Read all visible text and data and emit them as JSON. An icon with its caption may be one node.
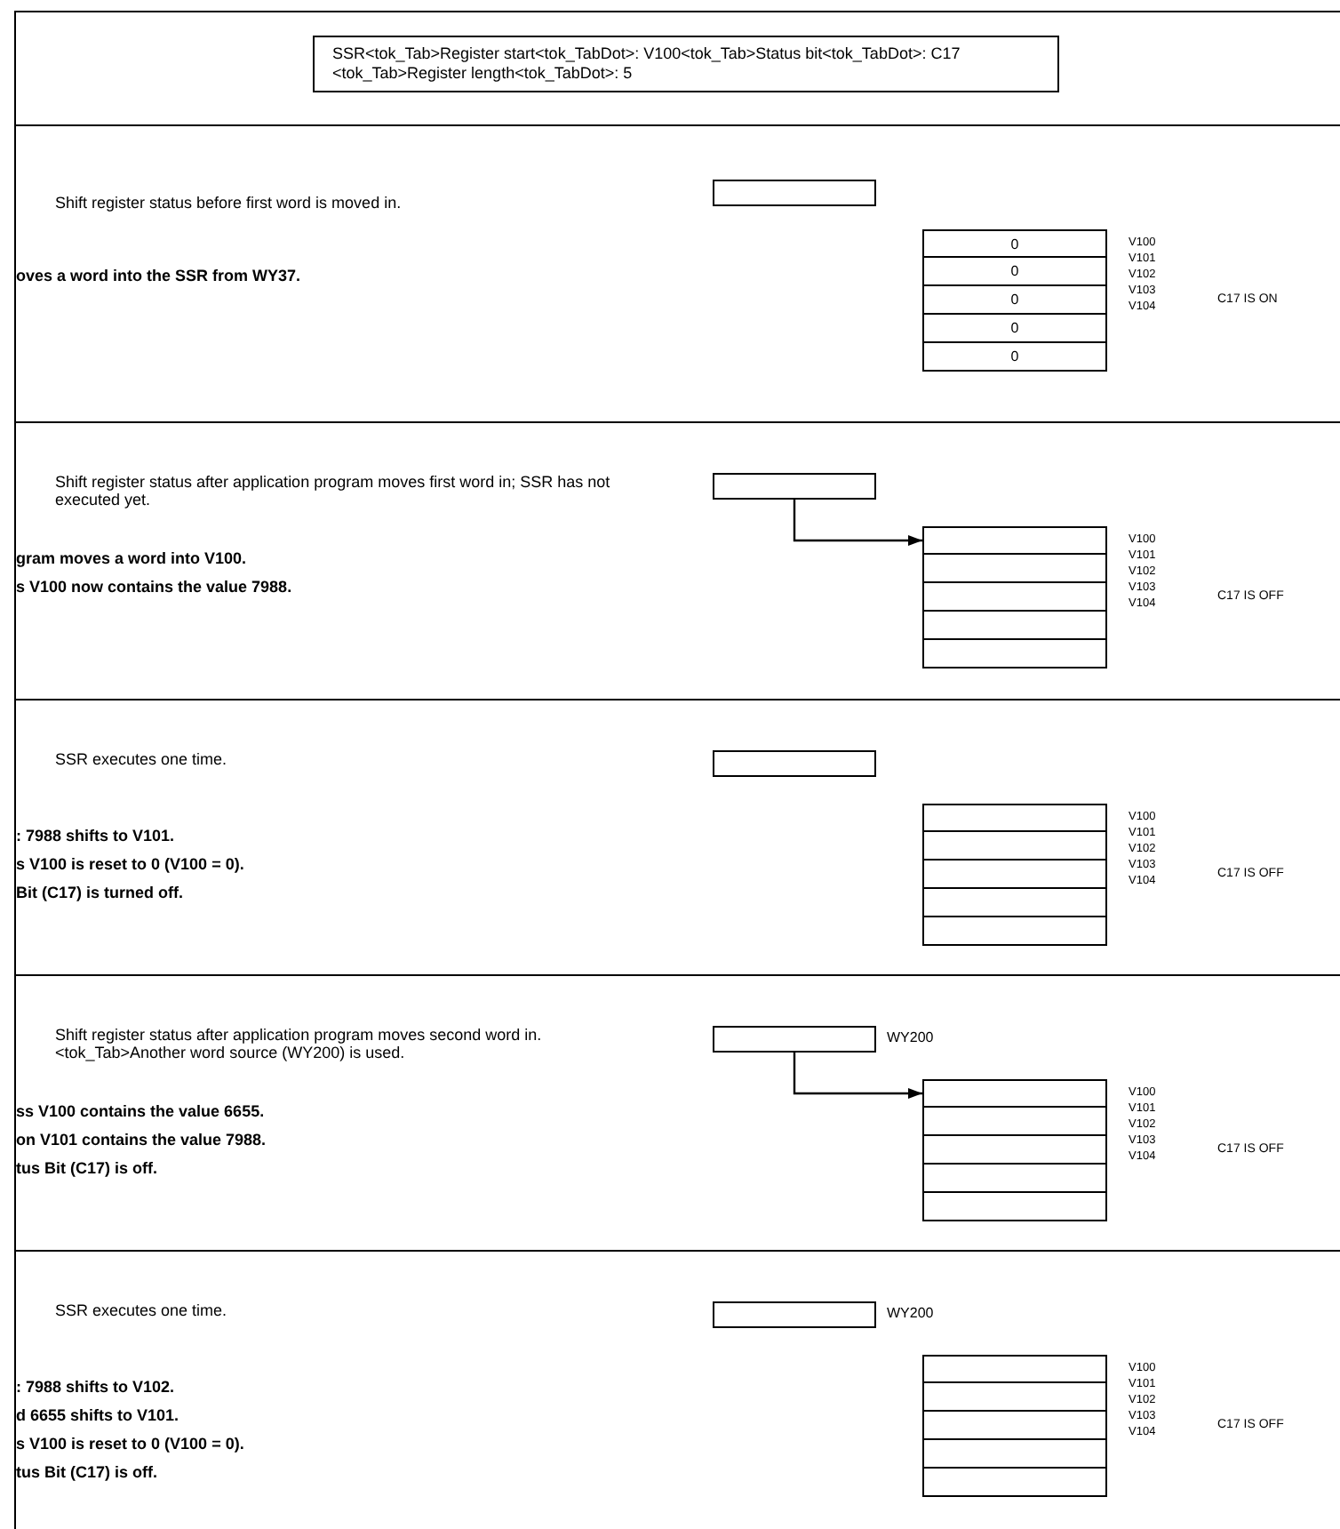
{
  "diagram": {
    "nodes": [
      {
        "text": [
          "SSR<tok_Tab>Register start<tok_TabDot>: V100<tok_Tab>Status bit<tok_TabDot>: C17 <tok_Tab>Register length<tok_TabDot>: 5"
        ]
      },
      {
        "text": [
          "Shift register status before first word is moved in.",
          "oves a word into the SSR from WY37."
        ]
      },
      {
        "text": [],
        "shape": "box",
        "in": 1
      },
      {
        "text": [],
        "shape": "box",
        "in": 1,
        "beside": [
          "V100",
          "V101",
          "V102",
          "V103",
          "V104"
        ]
      },
      {
        "text": [
          "0"
        ],
        "in": 3
      },
      {
        "text": [
          "0"
        ],
        "in": 3
      },
      {
        "text": [
          "0"
        ],
        "in": 3
      },
      {
        "text": [
          "0"
        ],
        "in": 3
      },
      {
        "text": [
          "0"
        ],
        "in": 3
      },
      {
        "text": [
          "Shift register status after application program moves first word in; SSR has not executed yet.",
          "gram moves a word into V100.",
          "s V100 now contains the value 7988."
        ]
      },
      {
        "text": [],
        "shape": "box",
        "in": 9
      },
      {
        "text": [],
        "shape": "box",
        "in": 9,
        "beside": [
          "V100",
          "V101",
          "V102",
          "V103",
          "V104"
        ]
      },
      {
        "text": [],
        "shape": "box",
        "in": 11
      },
      {
        "text": [],
        "shape": "box",
        "in": 11
      },
      {
        "text": [],
        "shape": "box",
        "in": 11
      },
      {
        "text": [],
        "shape": "box",
        "in": 11
      },
      {
        "text": [],
        "shape": "box",
        "in": 11
      },
      {
        "text": [
          "SSR executes one time.",
          ": 7988 shifts to V101.",
          "s V100 is reset to 0 (V100 = 0).",
          "Bit (C17) is turned off."
        ]
      },
      {
        "text": [],
        "shape": "box",
        "in": 17
      },
      {
        "text": [],
        "shape": "box",
        "in": 17,
        "beside": [
          "V100",
          "V101",
          "V102",
          "V103",
          "V104"
        ]
      },
      {
        "text": [],
        "shape": "box",
        "in": 19
      },
      {
        "text": [],
        "shape": "box",
        "in": 19
      },
      {
        "text": [],
        "shape": "box",
        "in": 19
      },
      {
        "text": [],
        "shape": "box",
        "in": 19
      },
      {
        "text": [],
        "shape": "box",
        "in": 19
      },
      {
        "text": [
          "Shift register status after application program moves second word in. <tok_Tab>Another word source (WY200) is used.",
          "ss V100 contains the value 6655.",
          "on V101 contains the value 7988.",
          "tus Bit (C17) is off."
        ]
      },
      {
        "text": [],
        "shape": "box",
        "in": 25,
        "beside": [
          "WY200"
        ]
      },
      {
        "text": [],
        "shape": "box",
        "in": 25,
        "beside": [
          "V100",
          "V101",
          "V102",
          "V103",
          "V104"
        ]
      },
      {
        "text": [],
        "shape": "box",
        "in": 27
      },
      {
        "text": [],
        "shape": "box",
        "in": 27
      },
      {
        "text": [],
        "shape": "box",
        "in": 27
      },
      {
        "text": [],
        "shape": "box",
        "in": 27
      },
      {
        "text": [],
        "shape": "box",
        "in": 27
      },
      {
        "text": [
          "SSR executes one time.",
          ": 7988 shifts to V102.",
          "d 6655 shifts to V101.",
          "s V100 is reset to 0 (V100 = 0).",
          "tus Bit (C17) is off."
        ]
      },
      {
        "text": [],
        "shape": "box",
        "in": 33,
        "beside": [
          "WY200"
        ]
      },
      {
        "text": [],
        "shape": "box",
        "in": 33,
        "beside": [
          "V100",
          "V101",
          "V102",
          "V103",
          "V104"
        ]
      },
      {
        "text": [],
        "shape": "box",
        "in": 35
      },
      {
        "text": [],
        "shape": "box",
        "in": 35
      },
      {
        "text": [],
        "shape": "box",
        "in": 35
      },
      {
        "text": [],
        "shape": "box",
        "in": 35
      },
      {
        "text": [],
        "shape": "box",
        "in": 35
      }
    ],
    "edges": [
      {
        "from": 10,
        "to": 12,
        "arrow": "to"
      },
      {
        "from": 26,
        "to": 28,
        "arrow": "to"
      }
    ],
    "labels": [
      "C17 IS ON",
      "C17 IS OFF",
      "C17 IS OFF",
      "C17 IS OFF",
      "C17 IS OFF"
    ]
  }
}
